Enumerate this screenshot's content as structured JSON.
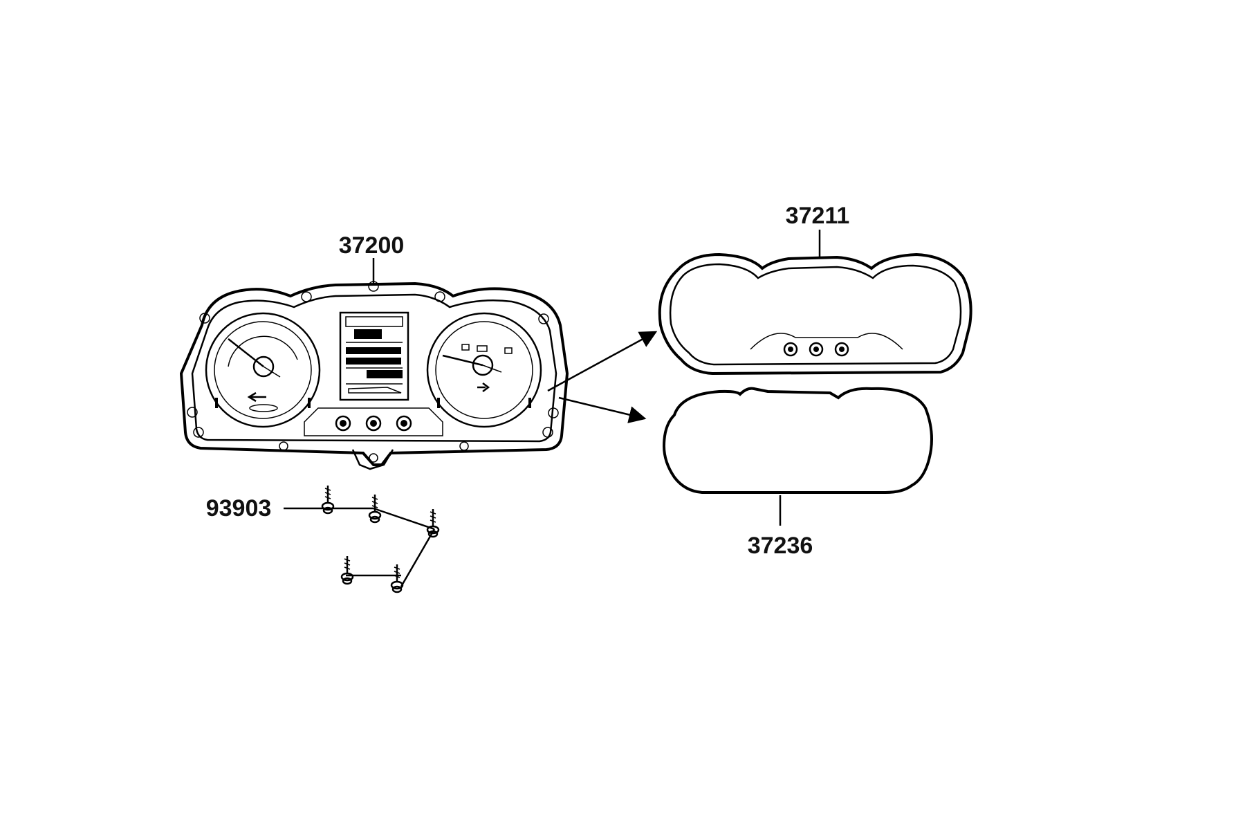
{
  "parts": {
    "instrument_cluster": {
      "number": "37200"
    },
    "outer_lens": {
      "number": "37211"
    },
    "gasket": {
      "number": "37236"
    },
    "screws": {
      "number": "93903"
    }
  },
  "colors": {
    "line": "#000000",
    "background": "#ffffff",
    "label": "#111111"
  }
}
